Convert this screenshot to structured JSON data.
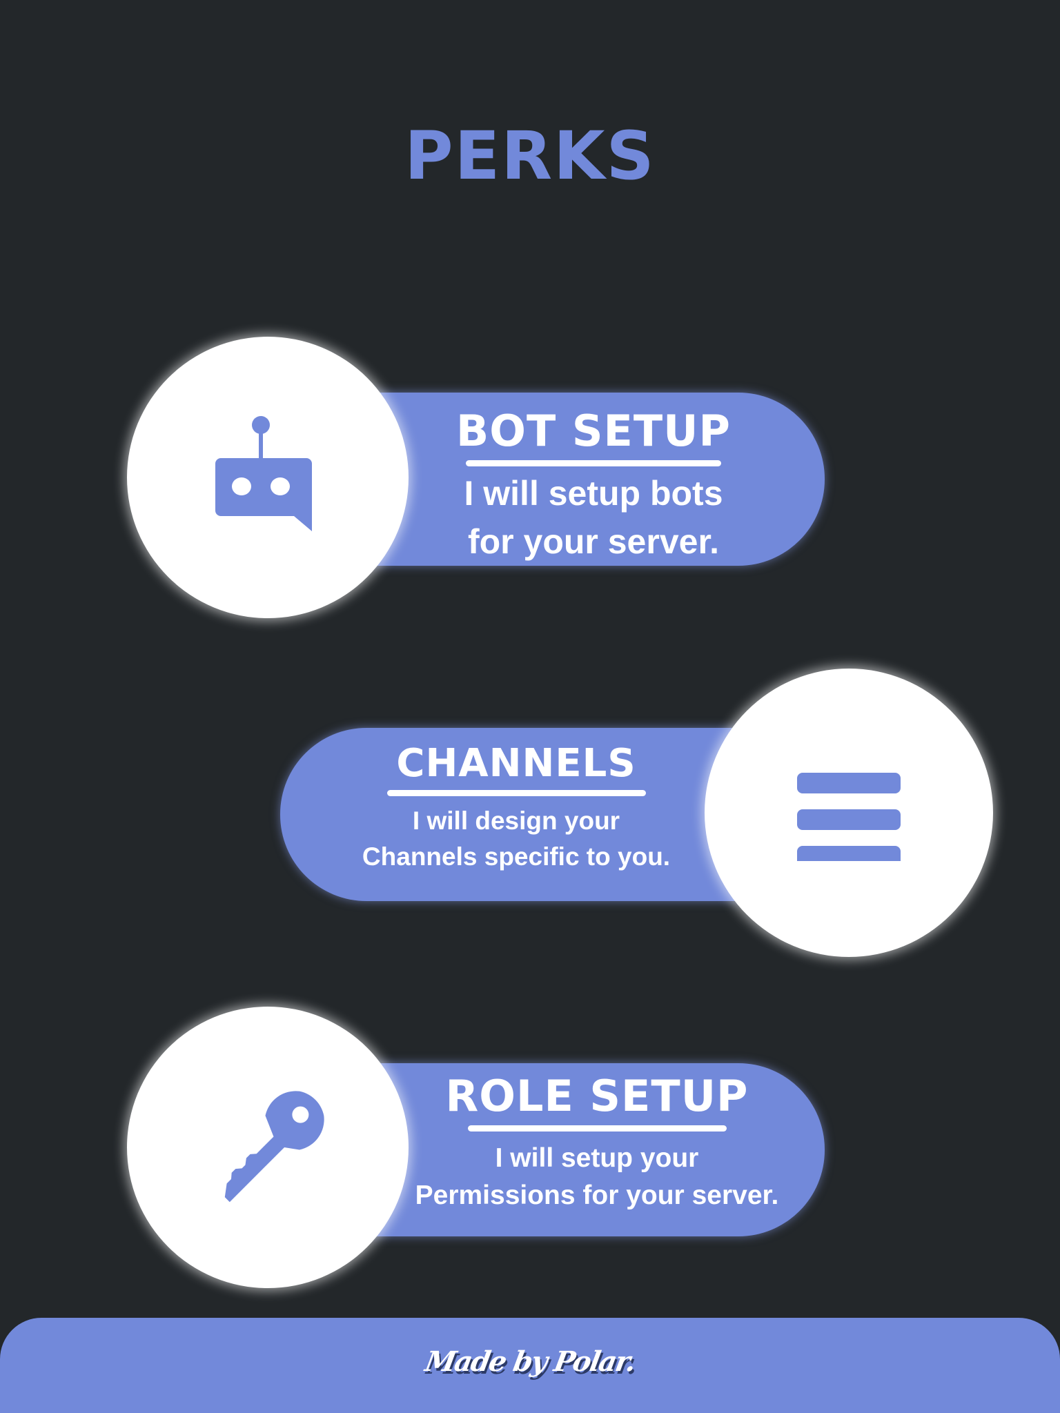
{
  "title": "PERKS",
  "perks": [
    {
      "heading": "BOT SETUP",
      "lines": [
        "I will setup bots",
        "for your server."
      ],
      "icon": "robot-icon"
    },
    {
      "heading": "CHANNELS",
      "lines": [
        "I will design your",
        "Channels specific to you."
      ],
      "icon": "menu-icon"
    },
    {
      "heading": "ROLE SETUP",
      "lines": [
        "I will setup your",
        "Permissions for your server."
      ],
      "icon": "key-icon"
    }
  ],
  "footer": {
    "signature": "Made by Polar."
  },
  "colors": {
    "accent": "#7289da",
    "background": "#23272a"
  }
}
